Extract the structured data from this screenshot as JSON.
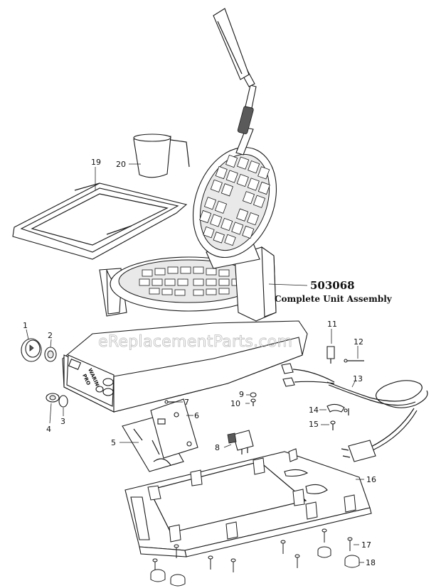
{
  "assembly": {
    "number": "503068",
    "label": "Complete Unit Assembly"
  },
  "watermark": "eReplacementParts.com",
  "brand_plate": {
    "line1": "WARING",
    "line2": "PRO"
  },
  "callouts": {
    "c1": "1",
    "c2": "2",
    "c3": "3",
    "c4": "4",
    "c5": "5",
    "c6": "6",
    "c7": "7",
    "c8": "8",
    "c9": "9",
    "c10": "10",
    "c11": "11",
    "c12": "12",
    "c13": "13",
    "c14": "14",
    "c15": "15",
    "c16": "16",
    "c17": "17",
    "c18": "18",
    "c19": "19",
    "c20": "20"
  }
}
